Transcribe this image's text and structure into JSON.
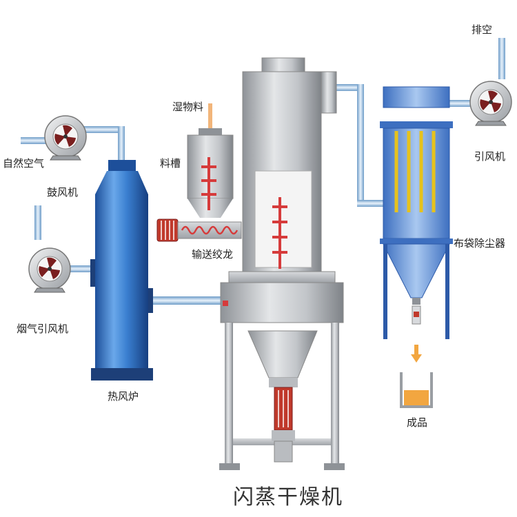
{
  "title": "闪蒸干燥机",
  "labels": {
    "natural_air": "自然空气",
    "blower": "鼓风机",
    "flue_fan": "烟气引风机",
    "hot_air_furnace": "热风炉",
    "wet_material": "湿物料",
    "hopper": "料槽",
    "screw_conveyor": "输送绞龙",
    "exhaust": "排空",
    "induced_fan": "引风机",
    "bag_filter": "布袋除尘器",
    "product": "成品"
  },
  "colors": {
    "pipe": "#8ab4d8",
    "furnace_blue": "#2f73c4",
    "steel": "#b9bcc0",
    "filter_blue": "#5b8fd8",
    "agitator_red": "#d63b3b",
    "fan_red": "#7a1f1f",
    "filter_bag_yellow": "#e6c21c",
    "product_orange": "#f2a640"
  },
  "icons": [
    "fan-icon",
    "agitator-icon",
    "filter-bag-icon",
    "arrow-down-icon"
  ]
}
